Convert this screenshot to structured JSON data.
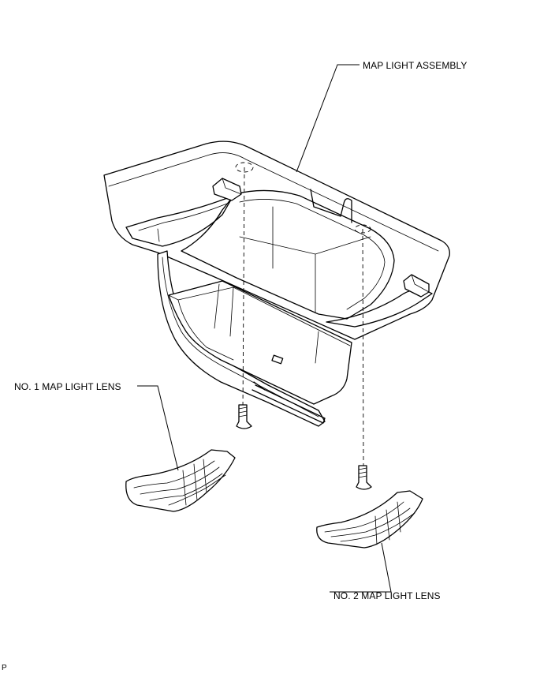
{
  "labels": {
    "map_light_assembly": "MAP LIGHT ASSEMBLY",
    "no1_lens": "NO. 1 MAP LIGHT LENS",
    "no2_lens": "NO. 2 MAP LIGHT LENS",
    "corner_mark": "P"
  }
}
